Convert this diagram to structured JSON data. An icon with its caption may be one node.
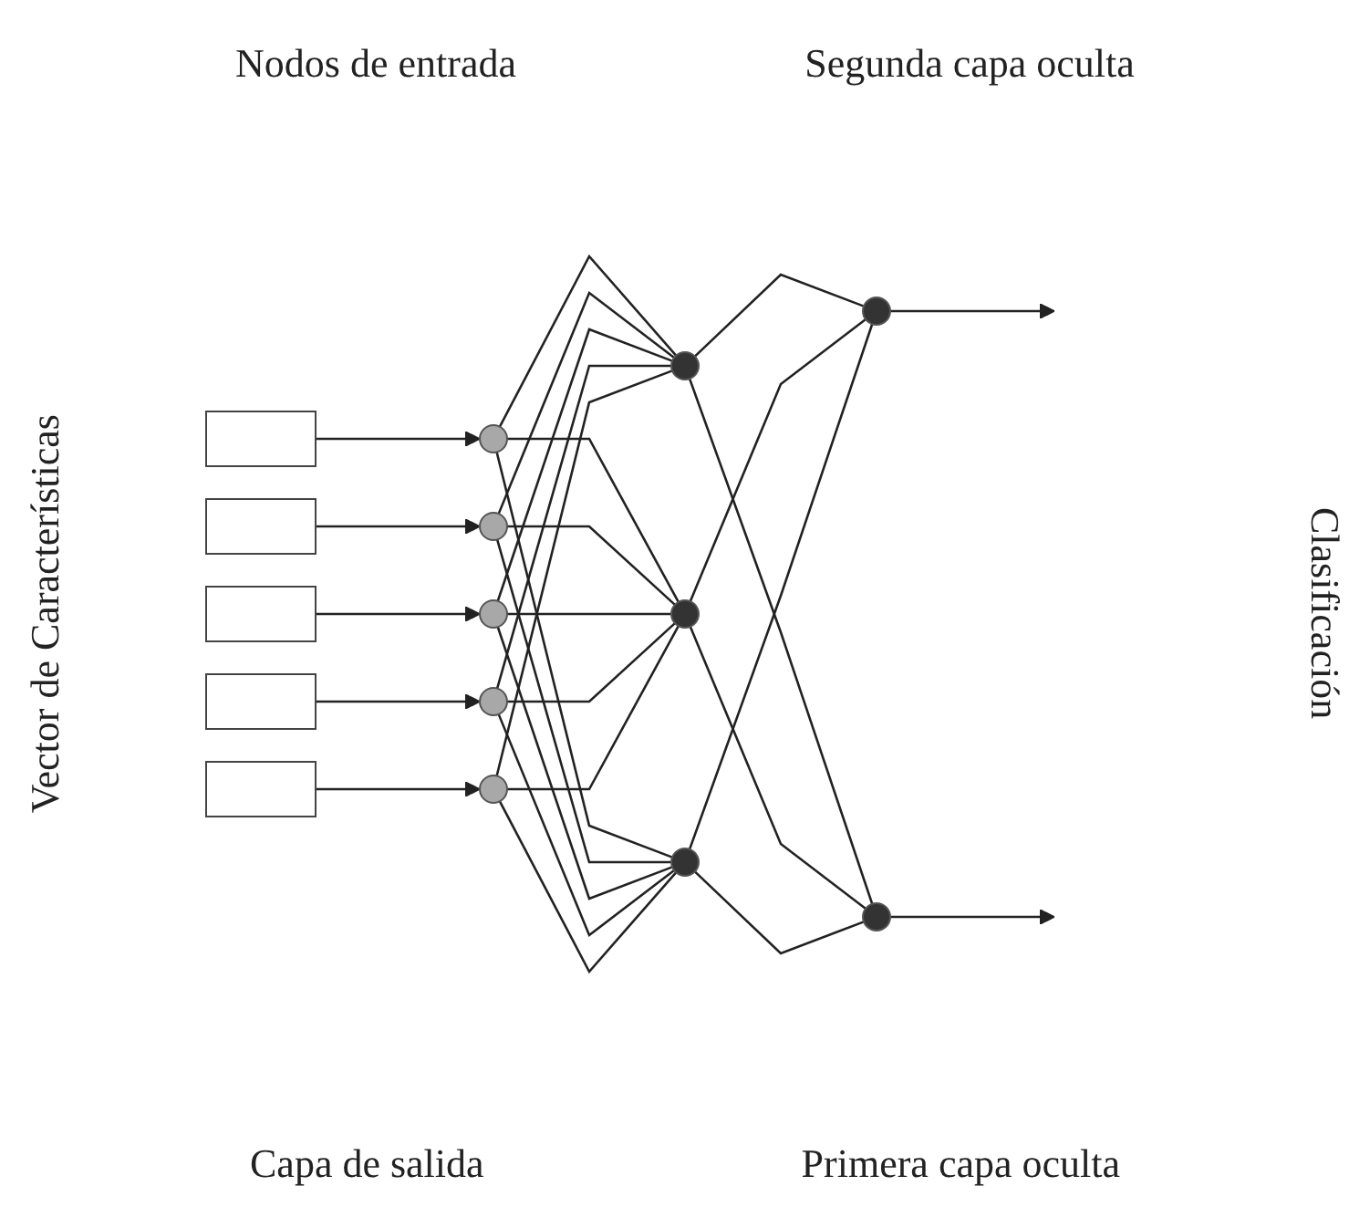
{
  "diagram": {
    "nodes": [
      {
        "text": [],
        "shape": "box"
      },
      {
        "text": [],
        "shape": "box"
      },
      {
        "text": [],
        "shape": "box"
      },
      {
        "text": [],
        "shape": "box"
      },
      {
        "text": [],
        "shape": "box"
      },
      {
        "text": [],
        "shape": "circle"
      },
      {
        "text": [],
        "shape": "circle"
      },
      {
        "text": [],
        "shape": "circle"
      },
      {
        "text": [],
        "shape": "circle"
      },
      {
        "text": [],
        "shape": "circle"
      },
      {
        "text": [],
        "shape": "circle"
      },
      {
        "text": [],
        "shape": "circle"
      },
      {
        "text": [],
        "shape": "circle"
      },
      {
        "text": [],
        "shape": "circle"
      },
      {
        "text": [],
        "shape": "circle"
      }
    ],
    "edges": [
      {
        "from": 0,
        "to": 5,
        "arrow": "to"
      },
      {
        "from": 1,
        "to": 6,
        "arrow": "to"
      },
      {
        "from": 2,
        "to": 7,
        "arrow": "to"
      },
      {
        "from": 3,
        "to": 8,
        "arrow": "to"
      },
      {
        "from": 4,
        "to": 9,
        "arrow": "to"
      },
      {
        "from": 5,
        "to": 10,
        "arrow": "none"
      },
      {
        "from": 5,
        "to": 11,
        "arrow": "none"
      },
      {
        "from": 5,
        "to": 12,
        "arrow": "none"
      },
      {
        "from": 6,
        "to": 10,
        "arrow": "none"
      },
      {
        "from": 6,
        "to": 11,
        "arrow": "none"
      },
      {
        "from": 6,
        "to": 12,
        "arrow": "none"
      },
      {
        "from": 7,
        "to": 10,
        "arrow": "none"
      },
      {
        "from": 7,
        "to": 11,
        "arrow": "none"
      },
      {
        "from": 7,
        "to": 12,
        "arrow": "none"
      },
      {
        "from": 8,
        "to": 10,
        "arrow": "none"
      },
      {
        "from": 8,
        "to": 11,
        "arrow": "none"
      },
      {
        "from": 8,
        "to": 12,
        "arrow": "none"
      },
      {
        "from": 9,
        "to": 10,
        "arrow": "none"
      },
      {
        "from": 9,
        "to": 11,
        "arrow": "none"
      },
      {
        "from": 9,
        "to": 12,
        "arrow": "none"
      },
      {
        "from": 10,
        "to": 13,
        "arrow": "none"
      },
      {
        "from": 10,
        "to": 14,
        "arrow": "none"
      },
      {
        "from": 11,
        "to": 13,
        "arrow": "none"
      },
      {
        "from": 11,
        "to": 14,
        "arrow": "none"
      },
      {
        "from": 12,
        "to": 13,
        "arrow": "none"
      },
      {
        "from": 12,
        "to": 14,
        "arrow": "none"
      },
      {
        "from": 13,
        "to": null,
        "arrow": "to"
      },
      {
        "from": 14,
        "to": null,
        "arrow": "to"
      }
    ],
    "labels": [
      "Nodos de entrada",
      "Segunda capa oculta",
      "Vector de Características",
      "Clasificación",
      "Capa de salida",
      "Primera capa oculta"
    ]
  }
}
